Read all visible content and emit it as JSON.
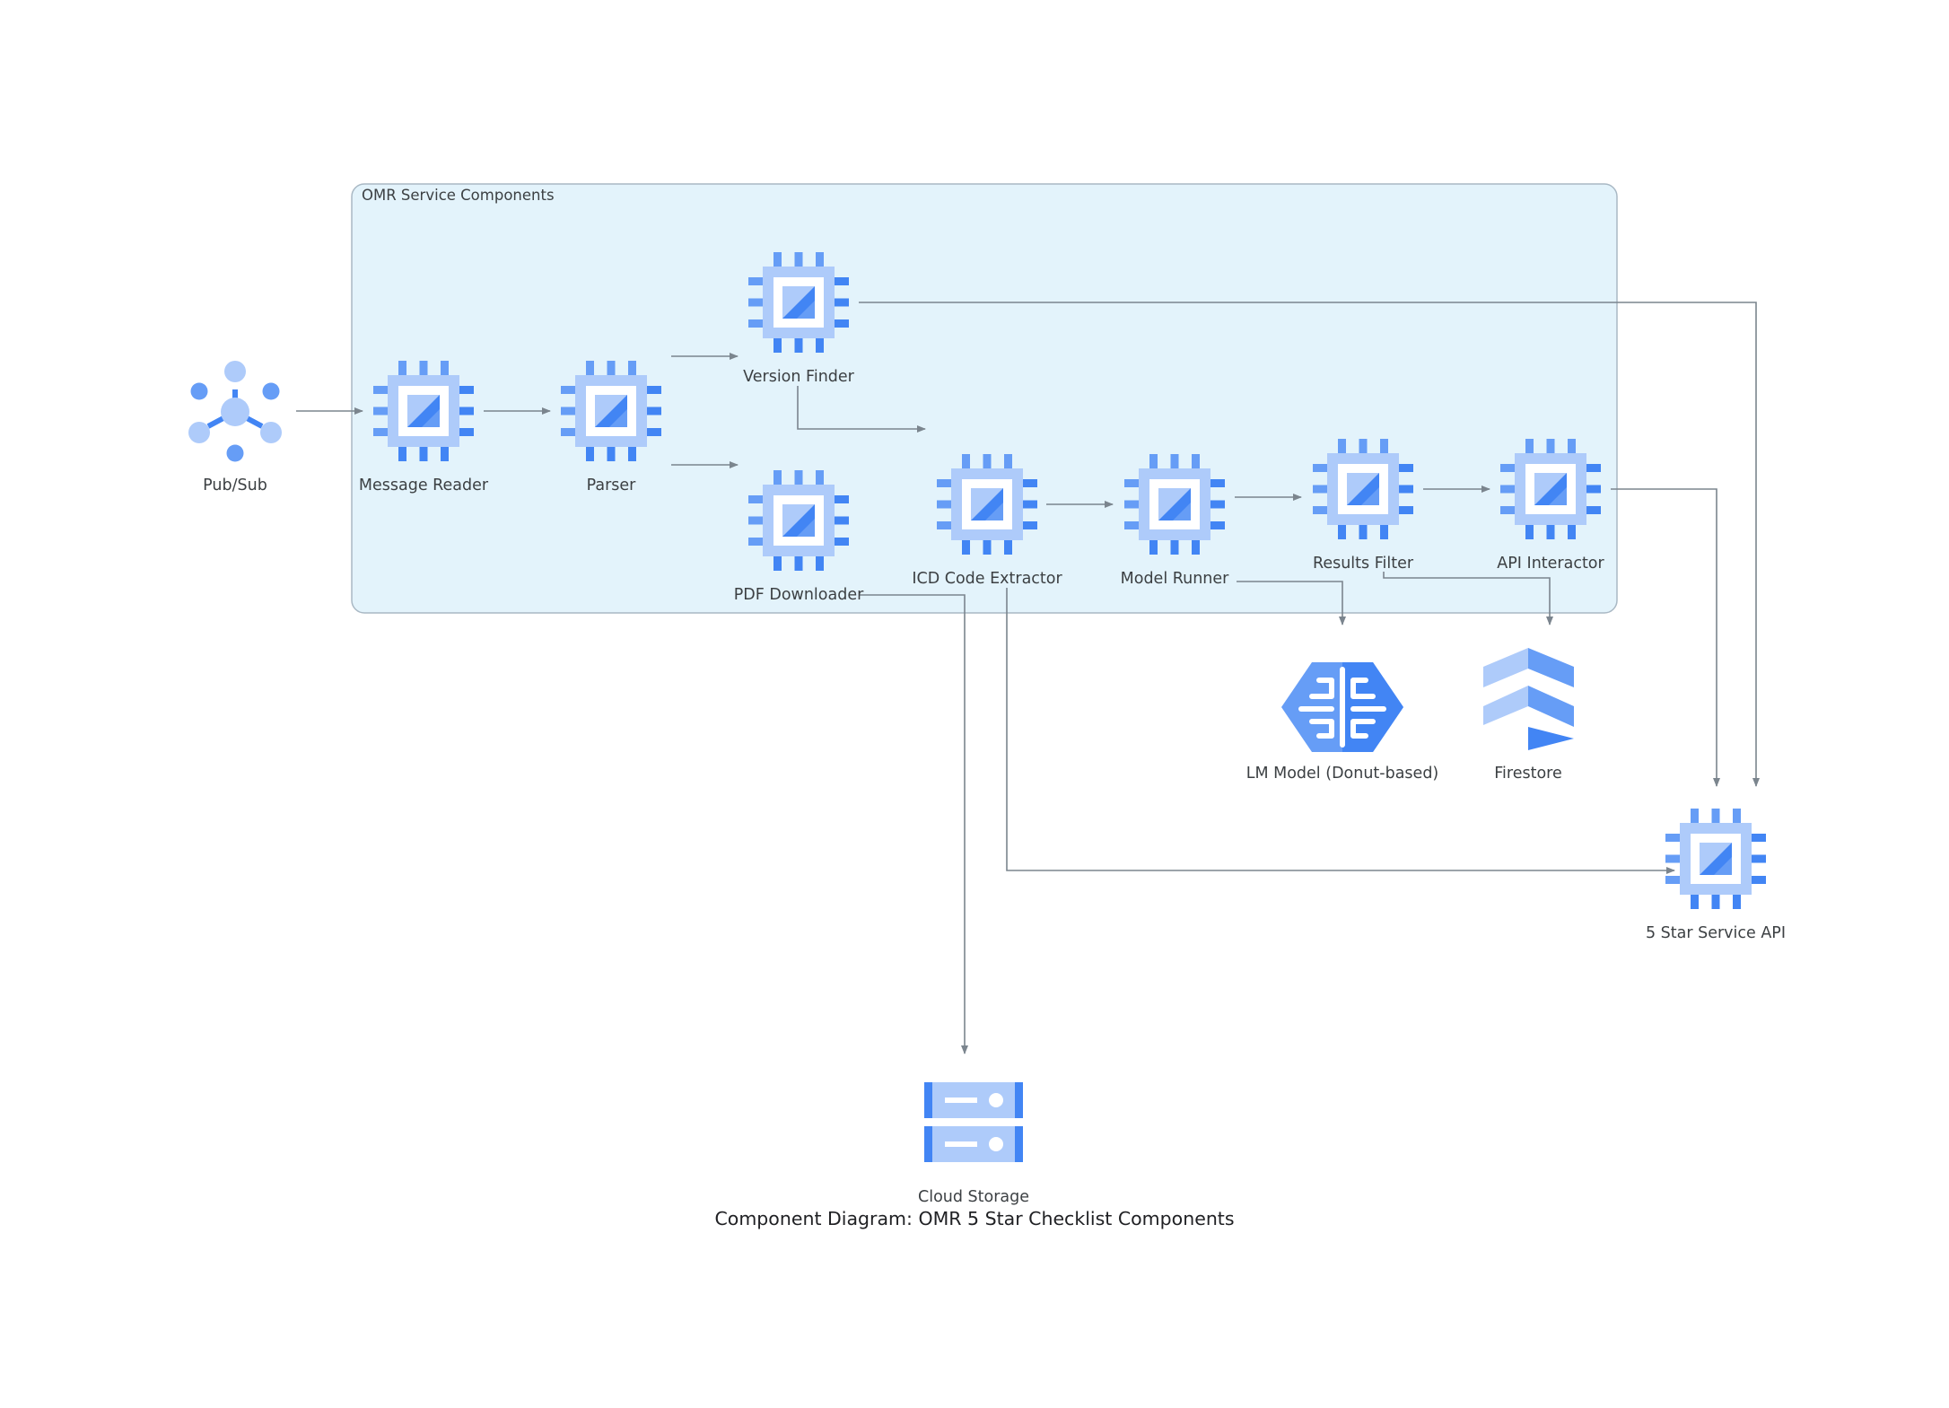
{
  "title": "Component Diagram: OMR 5 Star Checklist Components",
  "cluster": {
    "label": "OMR Service Components"
  },
  "colors": {
    "cluster_fill": "#e3f3fb",
    "cluster_stroke": "#a9b8c4",
    "edge": "#7b858e",
    "icon_dark": "#4285f4",
    "icon_mid": "#669df6",
    "icon_light": "#aecbfa"
  },
  "nodes": {
    "pubsub": {
      "label": "Pub/Sub",
      "icon": "pubsub-icon"
    },
    "message_reader": {
      "label": "Message Reader",
      "icon": "compute-chip-icon"
    },
    "parser": {
      "label": "Parser",
      "icon": "compute-chip-icon"
    },
    "version_finder": {
      "label": "Version Finder",
      "icon": "compute-chip-icon"
    },
    "pdf_downloader": {
      "label": "PDF Downloader",
      "icon": "compute-chip-icon"
    },
    "icd_code_extractor": {
      "label": "ICD Code Extractor",
      "icon": "compute-chip-icon"
    },
    "model_runner": {
      "label": "Model Runner",
      "icon": "compute-chip-icon"
    },
    "results_filter": {
      "label": "Results Filter",
      "icon": "compute-chip-icon"
    },
    "api_interactor": {
      "label": "API Interactor",
      "icon": "compute-chip-icon"
    },
    "lm_model": {
      "label": "LM Model (Donut-based)",
      "icon": "ai-brain-icon"
    },
    "firestore": {
      "label": "Firestore",
      "icon": "firestore-icon"
    },
    "five_star_api": {
      "label": "5 Star Service API",
      "icon": "compute-chip-icon"
    },
    "cloud_storage": {
      "label": "Cloud Storage",
      "icon": "storage-icon"
    }
  },
  "edges": [
    {
      "from": "pubsub",
      "to": "message_reader"
    },
    {
      "from": "message_reader",
      "to": "parser"
    },
    {
      "from": "parser",
      "to": "version_finder"
    },
    {
      "from": "parser",
      "to": "pdf_downloader"
    },
    {
      "from": "version_finder",
      "to": "icd_code_extractor"
    },
    {
      "from": "version_finder",
      "to": "five_star_api"
    },
    {
      "from": "pdf_downloader",
      "to": "cloud_storage"
    },
    {
      "from": "icd_code_extractor",
      "to": "model_runner"
    },
    {
      "from": "icd_code_extractor",
      "to": "five_star_api"
    },
    {
      "from": "model_runner",
      "to": "results_filter"
    },
    {
      "from": "model_runner",
      "to": "lm_model"
    },
    {
      "from": "results_filter",
      "to": "api_interactor"
    },
    {
      "from": "results_filter",
      "to": "firestore"
    },
    {
      "from": "api_interactor",
      "to": "five_star_api"
    }
  ]
}
